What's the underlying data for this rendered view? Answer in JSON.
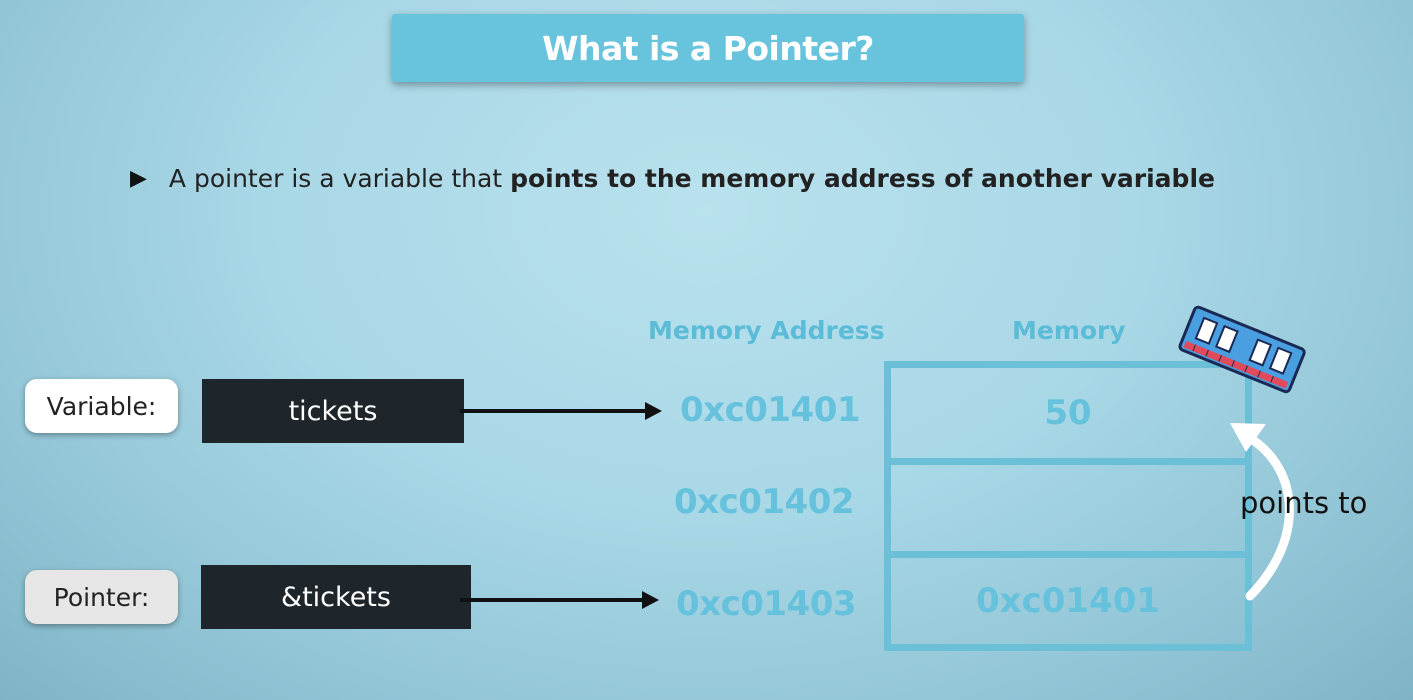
{
  "slide": {
    "title": "What is a Pointer?",
    "bullet": {
      "text_plain": "A pointer is a variable that",
      "text_bold": "points to the memory address of another variable"
    }
  },
  "diagram": {
    "headers": {
      "address": "Memory Address",
      "memory": "Memory"
    },
    "labels": {
      "variable": "Variable:",
      "pointer": "Pointer:"
    },
    "boxes": {
      "variable_name": "tickets",
      "pointer_expr": "&tickets"
    },
    "addresses": [
      "0xc01401",
      "0xc01402",
      "0xc01403"
    ],
    "memory_cells": [
      "50",
      "",
      "0xc01401"
    ],
    "arrow_label": "points to"
  },
  "colors": {
    "accent": "#68c3dc",
    "address_text": "#66c1dc",
    "dark_box": "#1f262b"
  }
}
